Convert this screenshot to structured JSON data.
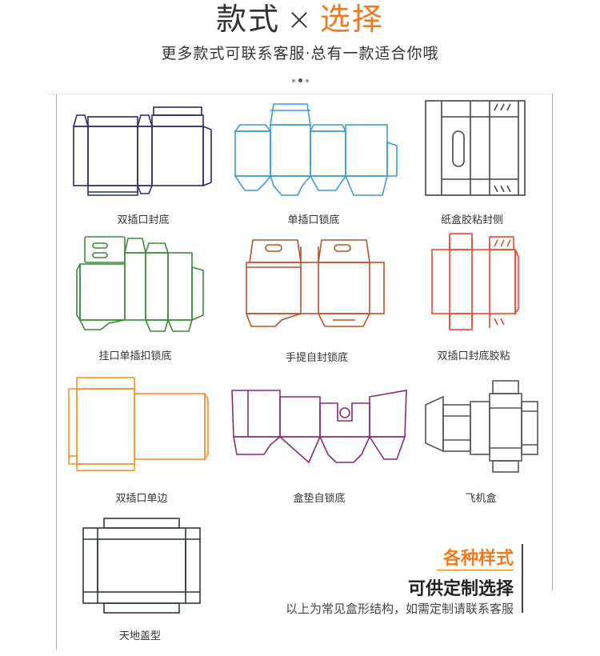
{
  "header": {
    "title_left": "款式",
    "title_cross": "×",
    "title_right": "选择",
    "subtitle": "更多款式可联系客服·总有一款适合你哦"
  },
  "items": [
    {
      "label": "双插口封底",
      "color": "#2b2a6e"
    },
    {
      "label": "单插口锁底",
      "color": "#3a9bd6"
    },
    {
      "label": "纸盒胶粘封侧",
      "color": "#444444"
    },
    {
      "label": "挂口单插扣锁底",
      "color": "#3a8a3a"
    },
    {
      "label": "手提自封锁底",
      "color": "#b5512c"
    },
    {
      "label": "双插口封底胶粘",
      "color": "#e34a2a"
    },
    {
      "label": "双插口单边",
      "color": "#f0932e"
    },
    {
      "label": "盒垫自锁底",
      "color": "#8a2a6e"
    },
    {
      "label": "飞机盒",
      "color": "#555555"
    },
    {
      "label": "天地盖型",
      "color": "#2e3b2e"
    }
  ],
  "promo": {
    "line1": "各种样式",
    "line2": "可供定制选择",
    "line3": "以上为常见盒形结构，如需定制请联系客服"
  }
}
